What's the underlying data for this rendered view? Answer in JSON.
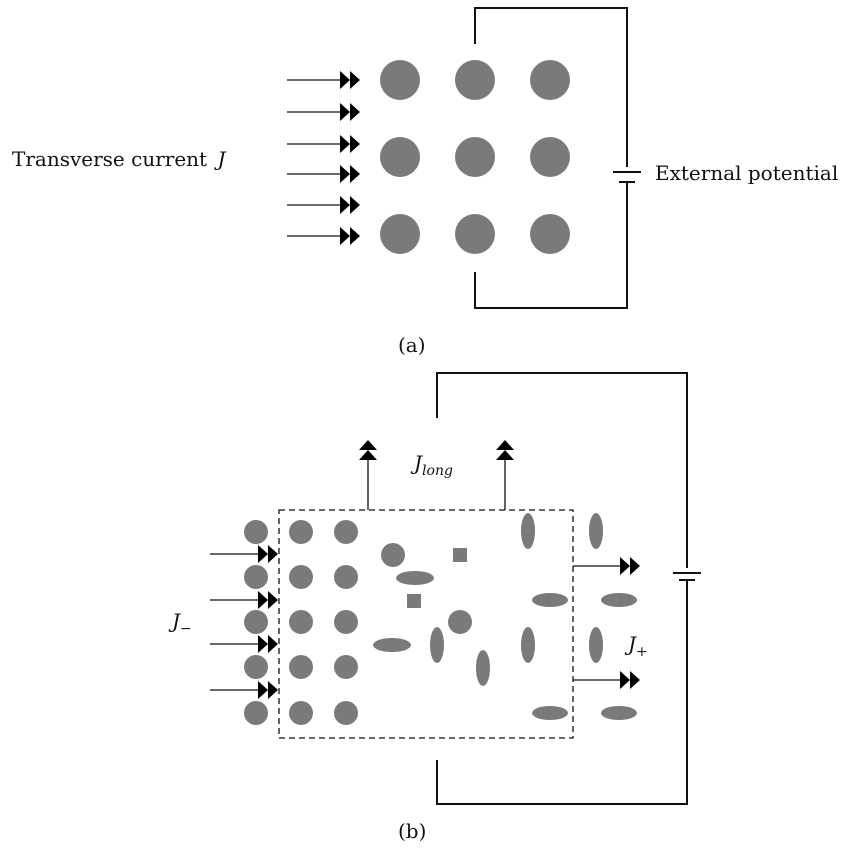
{
  "panel_a": {
    "caption": "(a)",
    "left_label": "Transverse current",
    "left_label_symbol": "J",
    "right_label": "External potential"
  },
  "panel_b": {
    "caption": "(b)",
    "top_label_symbol": "J",
    "top_label_sub": "long",
    "left_label_symbol": "J",
    "left_label_sub": "−",
    "right_label_symbol": "J",
    "right_label_sub": "+"
  },
  "colors": {
    "particle": "#7a7a7a",
    "line": "#111111"
  }
}
